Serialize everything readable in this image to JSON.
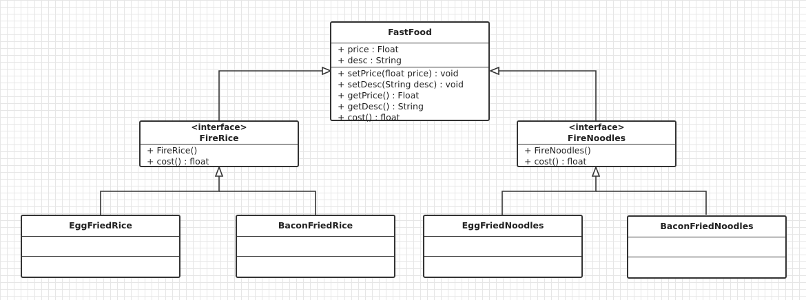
{
  "diagram": {
    "fastfood": {
      "name": "FastFood",
      "attributes": [
        "+ price : Float",
        "+ desc : String"
      ],
      "operations": [
        "+ setPrice(float price) : void",
        "+ setDesc(String desc) : void",
        "+ getPrice() : Float",
        "+ getDesc() : String",
        "+ cost() :  float"
      ]
    },
    "firerice": {
      "stereotype": "<interface>",
      "name": "FireRice",
      "operations": [
        "+ FireRice()",
        "+ cost() : float"
      ]
    },
    "firenoodles": {
      "stereotype": "<interface>",
      "name": "FireNoodles",
      "operations": [
        "+ FireNoodles()",
        "+ cost() : float"
      ]
    },
    "eggfriedrice": {
      "name": "EggFriedRice"
    },
    "baconfriedrice": {
      "name": "BaconFriedRice"
    },
    "eggfriednoodles": {
      "name": "EggFriedNoodles"
    },
    "baconfriednoodles": {
      "name": "BaconFriedNoodles"
    }
  }
}
